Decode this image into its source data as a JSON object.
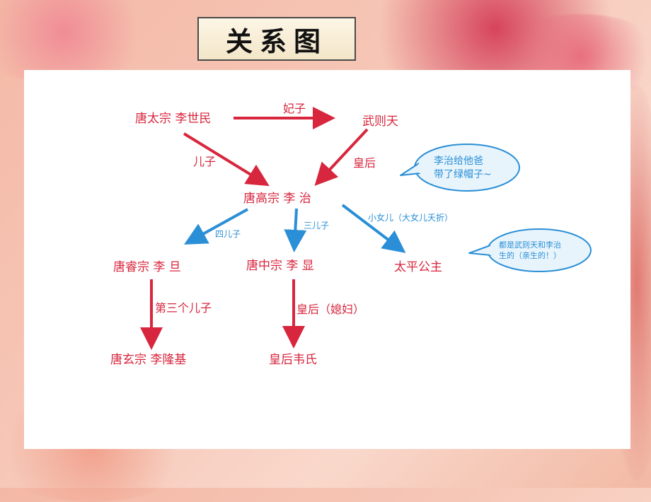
{
  "title": "关系图",
  "nodes": {
    "taizong": "唐太宗  李世民",
    "wuzetian": "武则天",
    "gaozong": "唐高宗  李    治",
    "ruizong": "唐睿宗  李    旦",
    "zhongzong": "唐中宗  李    显",
    "taiping": "太平公主",
    "xuanzong": "唐玄宗  李隆基",
    "weishi": "皇后韦氏"
  },
  "edges": {
    "taizong_wuzetian": "妃子",
    "taizong_gaozong": "儿子",
    "wuzetian_gaozong": "皇后",
    "gaozong_ruizong": "四儿子",
    "gaozong_zhongzong": "三儿子",
    "gaozong_taiping": "小女儿（大女儿夭折）",
    "ruizong_xuanzong": "第三个儿子",
    "zhongzong_weishi": "皇后（媳妇）"
  },
  "bubbles": {
    "b1_line1": "李治给他爸",
    "b1_line2": "带了绿帽子~",
    "b2_line1": "都是武则天和李治",
    "b2_line2": "生的（亲生的！）"
  },
  "colors": {
    "red": "#d7263d",
    "blue": "#2a8fd6",
    "bubble_fill": "#e8f4fc"
  }
}
